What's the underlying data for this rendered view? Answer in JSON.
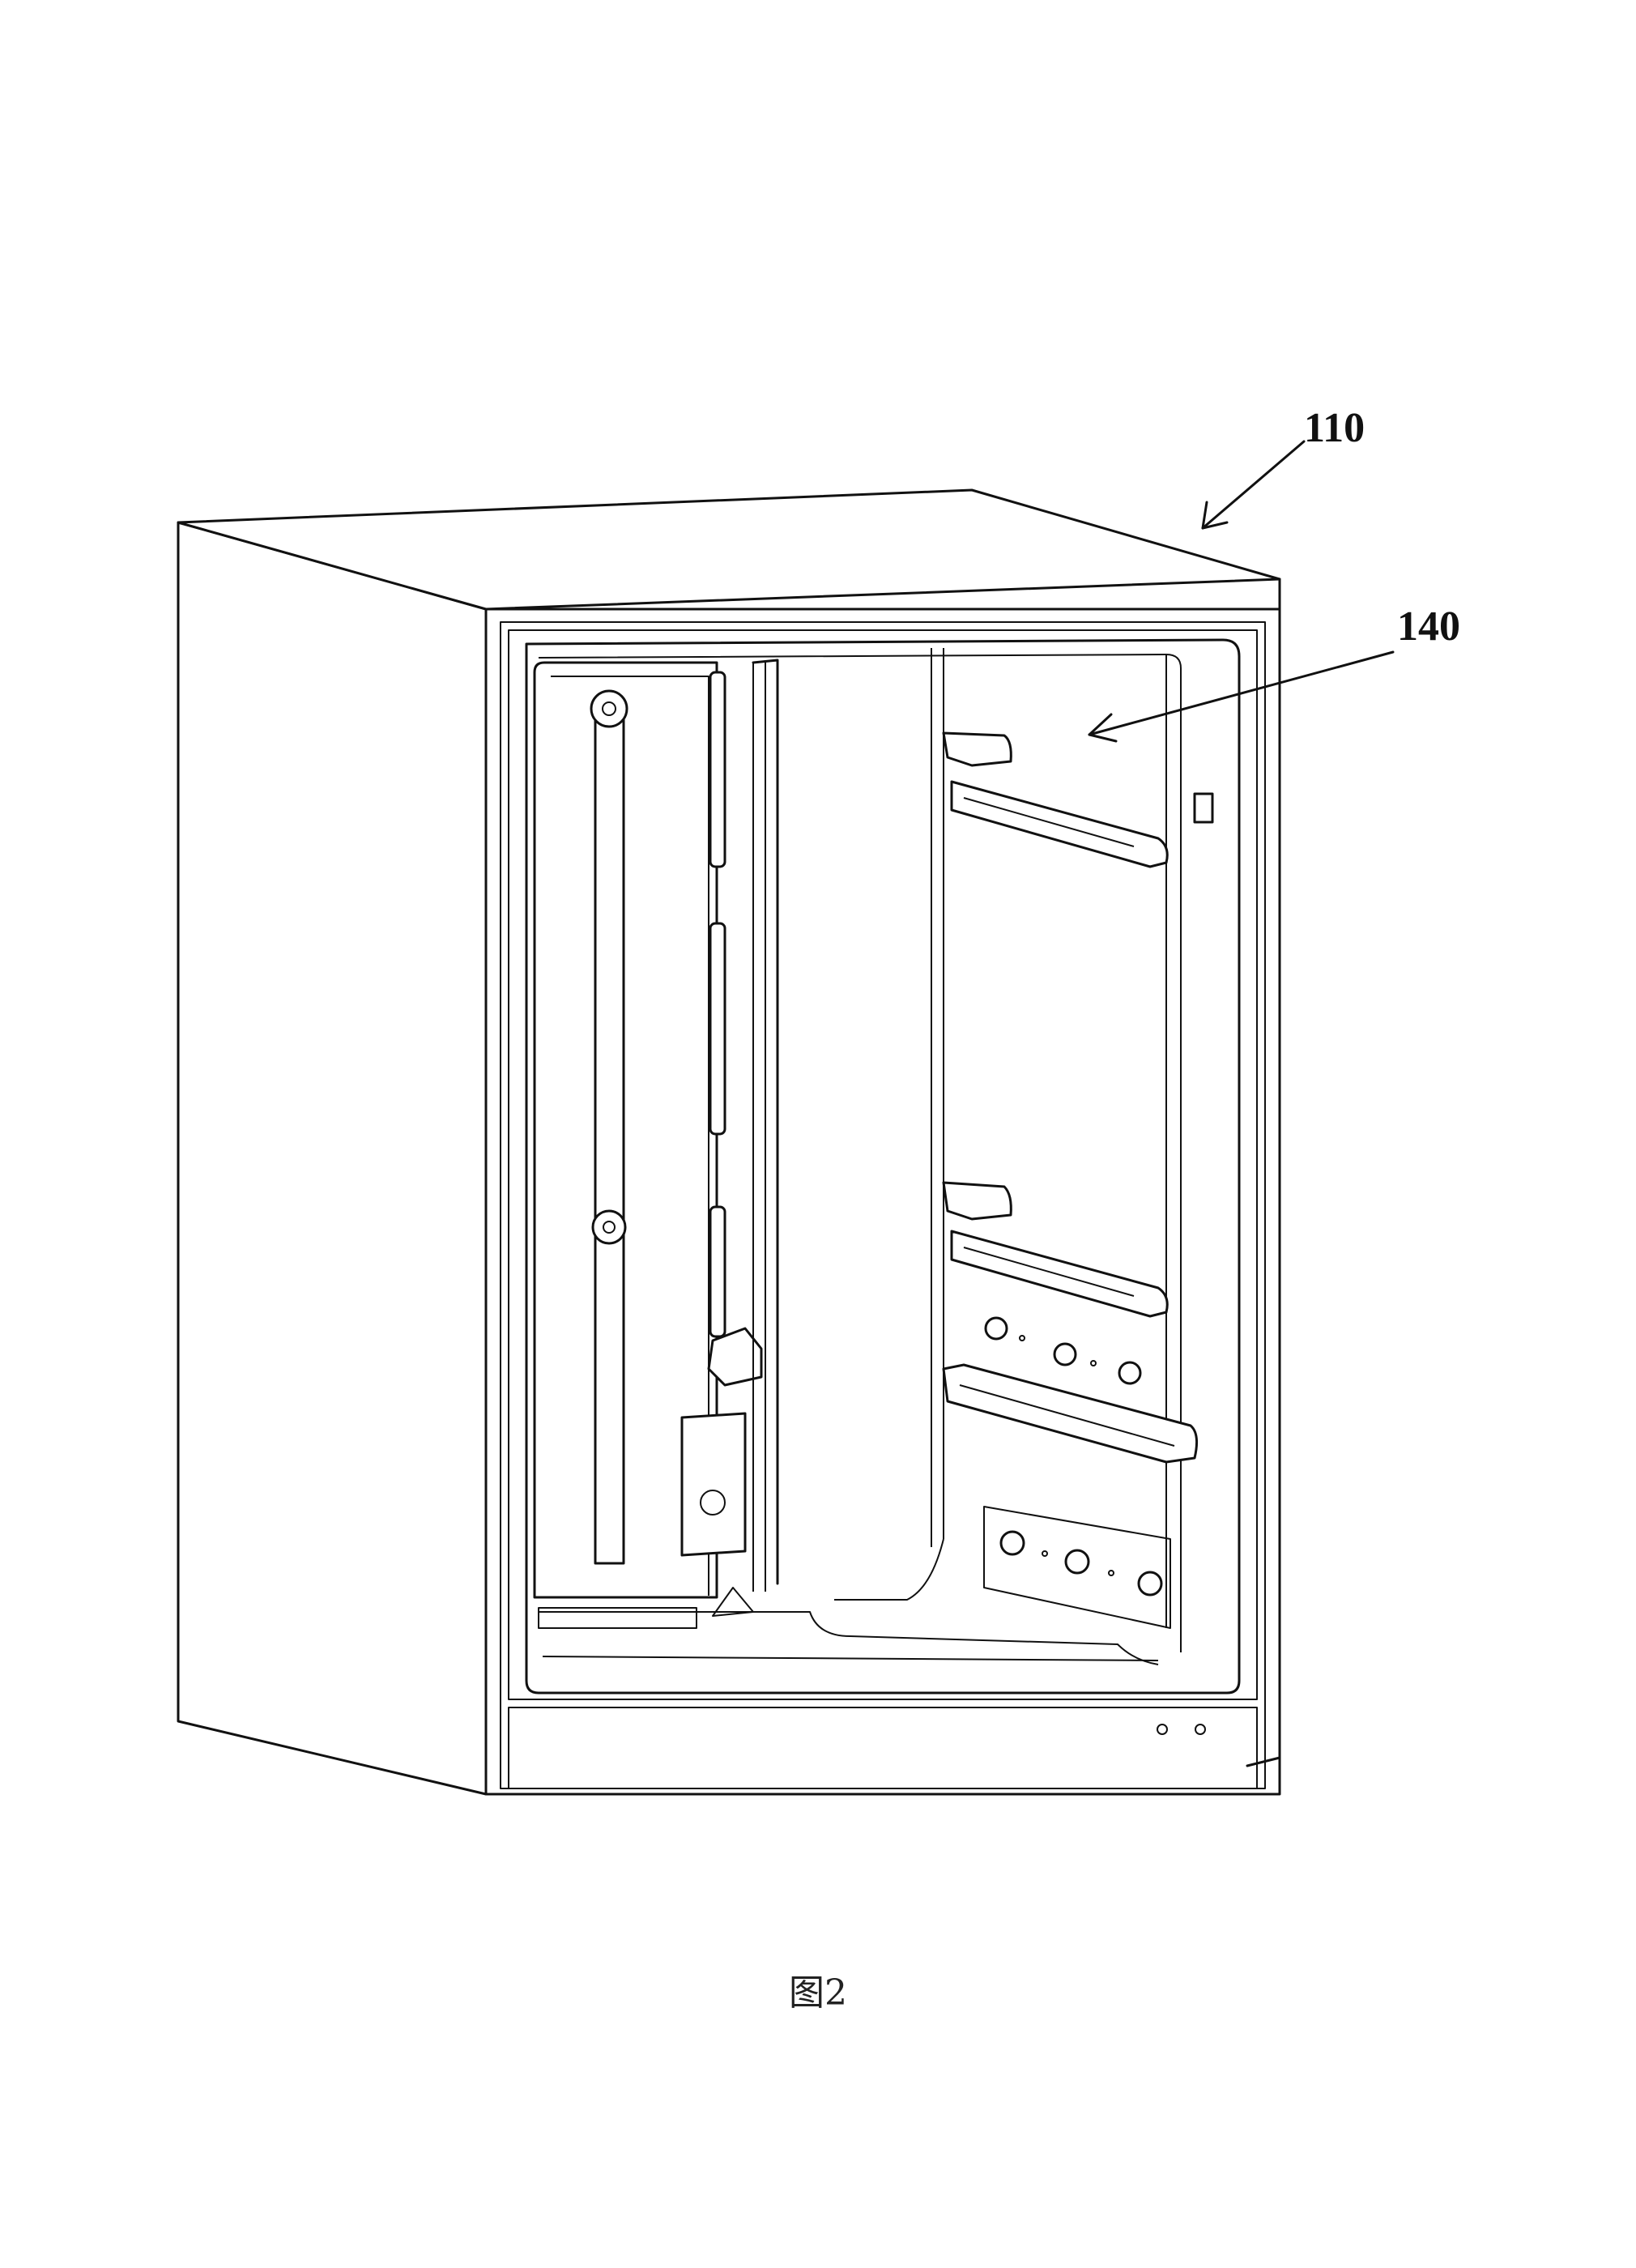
{
  "figure": {
    "caption": "图2",
    "reference_labels": [
      {
        "id": "label-110",
        "text": "110"
      },
      {
        "id": "label-140",
        "text": "140"
      }
    ]
  }
}
